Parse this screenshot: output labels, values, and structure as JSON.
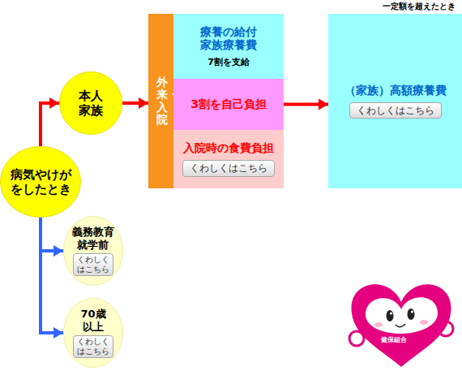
{
  "diagram": {
    "nodes": [
      {
        "text": [
          "病気やけがをしたとき"
        ]
      },
      {
        "text": [
          "本人 家族"
        ]
      },
      {
        "text": [
          "外来・入院"
        ]
      },
      {
        "text": [
          "療養の給付 家族療養費",
          "7割を支給"
        ]
      },
      {
        "text": [
          "3割を自己負担"
        ]
      },
      {
        "text": [
          "入院時の食費負担"
        ]
      },
      {
        "text": [
          "くわしくはこちら"
        ],
        "in": 5
      },
      {
        "text": [
          "一定額を超えたとき",
          "（家族）高額療養費"
        ]
      },
      {
        "text": [
          "くわしくはこちら"
        ],
        "in": 7
      },
      {
        "text": [
          "義務教育 就学前"
        ]
      },
      {
        "text": [
          "くわしく はこちら"
        ],
        "in": 9
      },
      {
        "text": [
          "70歳 以上"
        ]
      },
      {
        "text": [
          "くわしく はこちら"
        ],
        "in": 11
      }
    ],
    "edges": [
      {
        "from": 0,
        "to": 1,
        "arrow": "to"
      },
      {
        "from": 1,
        "to": 2,
        "arrow": "to"
      },
      {
        "from": 4,
        "to": 7,
        "arrow": "to"
      },
      {
        "from": 0,
        "to": 9,
        "arrow": "to"
      },
      {
        "from": 0,
        "to": 11,
        "arrow": "to"
      }
    ],
    "labels": [
      "健保組合"
    ]
  }
}
